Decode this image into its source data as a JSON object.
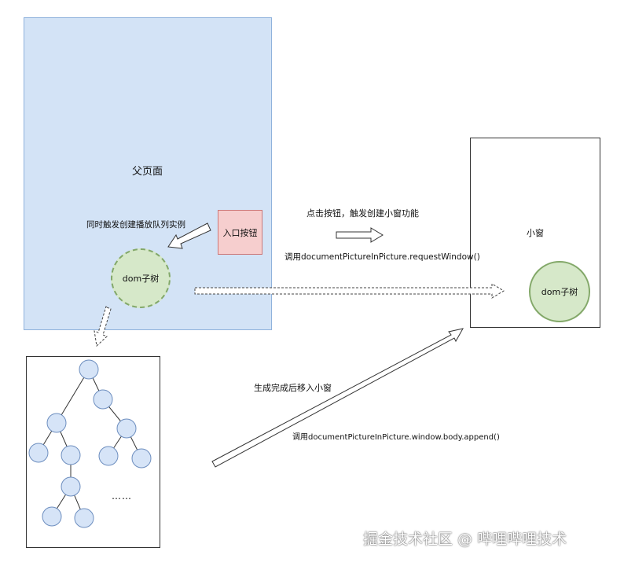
{
  "parent_page": {
    "title": "父页面",
    "sync_note": "同时触发创建播放队列实例",
    "entry_button_label": "入口按钮",
    "dom_subtree_label": "dom子树"
  },
  "popup": {
    "title": "小窗",
    "dom_subtree_label": "dom子树"
  },
  "annotations": {
    "click_note": "点击按钮，触发创建小窗功能",
    "request_window_call": "调用documentPictureInPicture.requestWindow()",
    "generate_note": "生成完成后移入小窗",
    "append_call": "调用documentPictureInPicture.window.body.append()"
  },
  "tree": {
    "ellipsis": "……"
  },
  "watermark": "掘金技术社区 @ 哔哩哔哩技术",
  "colors": {
    "parent_fill": "#d3e3f6",
    "entry_button_fill": "#f6cece",
    "subtree_fill": "#d6e8c9",
    "tree_node_fill": "#d6e4f7"
  }
}
